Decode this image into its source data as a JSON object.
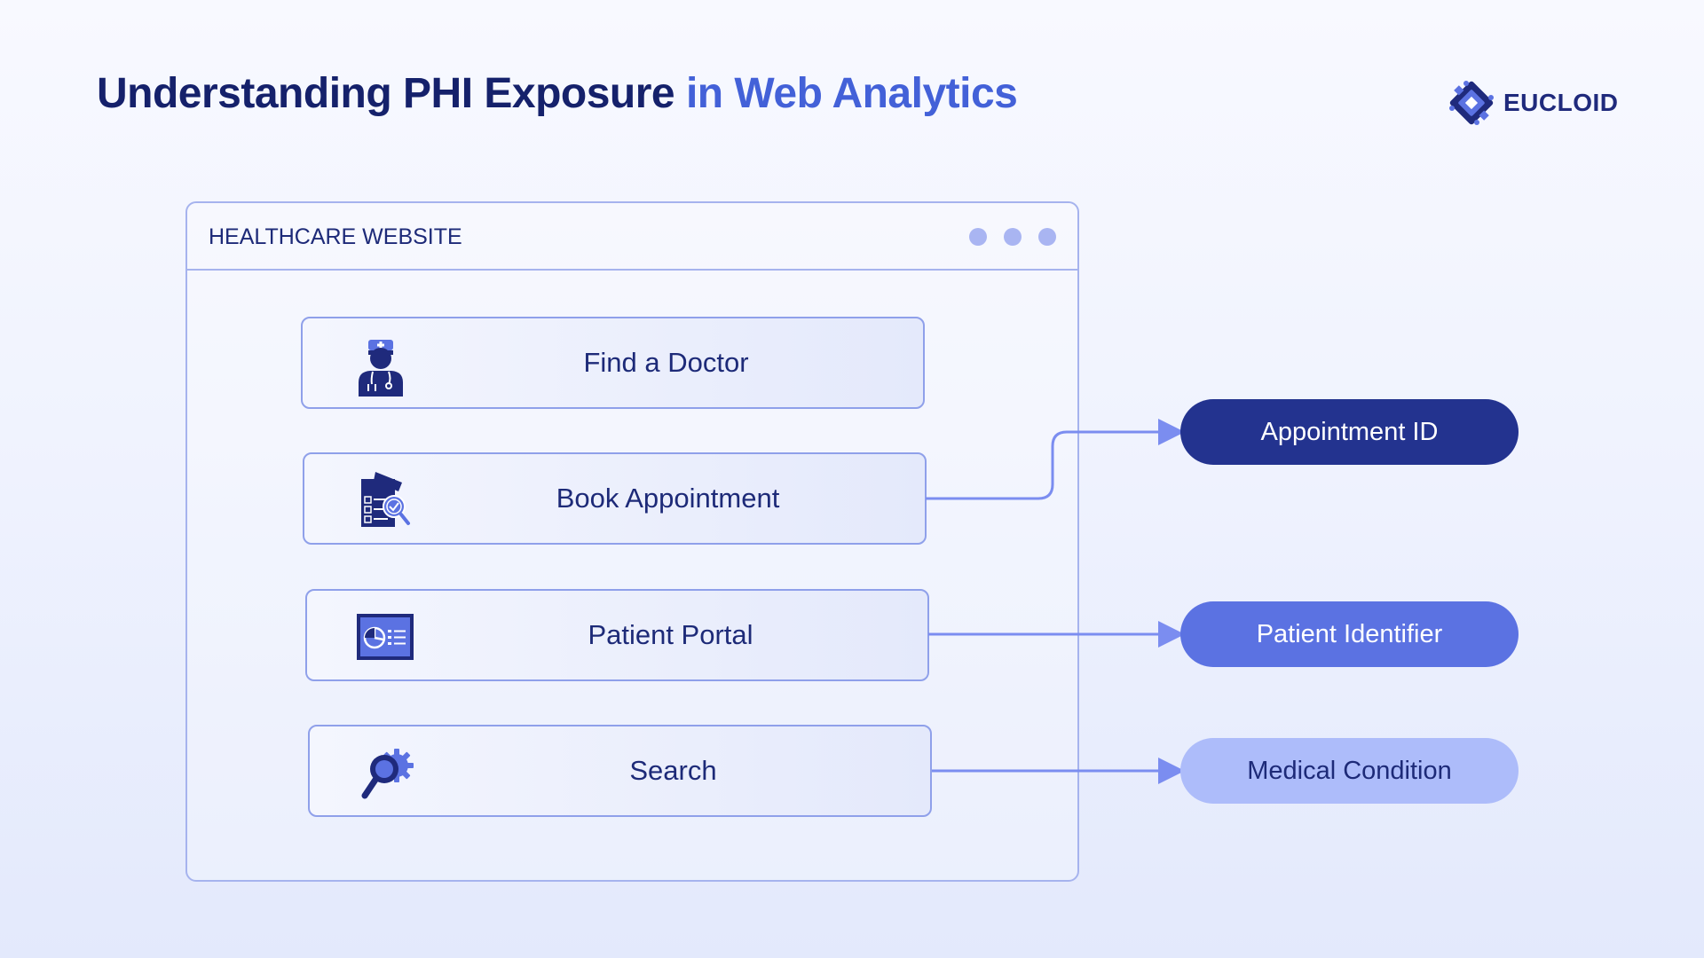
{
  "title": {
    "part1": "Understanding PHI Exposure ",
    "part2": "in Web Analytics"
  },
  "logo": {
    "text": "EUCLOID"
  },
  "window": {
    "title": "HEALTHCARE WEBSITE"
  },
  "cards": [
    {
      "label": "Find a Doctor",
      "icon": "doctor-icon"
    },
    {
      "label": "Book Appointment",
      "icon": "appointment-form-icon"
    },
    {
      "label": "Patient Portal",
      "icon": "dashboard-icon"
    },
    {
      "label": "Search",
      "icon": "search-gear-icon"
    }
  ],
  "outputs": [
    {
      "label": "Appointment ID"
    },
    {
      "label": "Patient Identifier"
    },
    {
      "label": "Medical Condition"
    }
  ],
  "colors": {
    "title_dark": "#15216b",
    "title_accent": "#4361d8",
    "connector": "#7b8df0",
    "pill_dark": "#23338f",
    "pill_mid": "#5b72e2",
    "pill_light": "#adbcfa"
  }
}
